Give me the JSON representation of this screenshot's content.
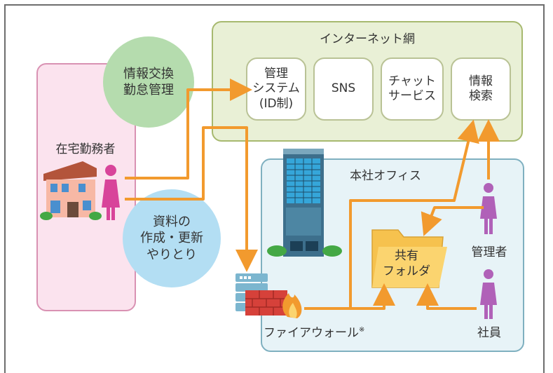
{
  "internet": {
    "title": "インターネット網",
    "services": [
      {
        "label": "管理\nシステム\n(ID制)"
      },
      {
        "label": "SNS"
      },
      {
        "label": "チャット\nサービス"
      },
      {
        "label": "情報\n検索"
      }
    ]
  },
  "home": {
    "title": "在宅勤務者"
  },
  "bubbles": {
    "top": "情報交換\n勤怠管理",
    "bottom": "資料の\n作成・更新\nやりとり"
  },
  "office": {
    "title": "本社オフィス",
    "folder_label": "共有\nフォルダ",
    "manager_label": "管理者",
    "employee_label": "社員"
  },
  "firewall": {
    "label": "ファイアウォール",
    "note_mark": "※"
  },
  "colors": {
    "arrow": "#f29a2e",
    "person": "#d8449a",
    "employee": "#b061b8",
    "folder": "#f6c24e"
  }
}
